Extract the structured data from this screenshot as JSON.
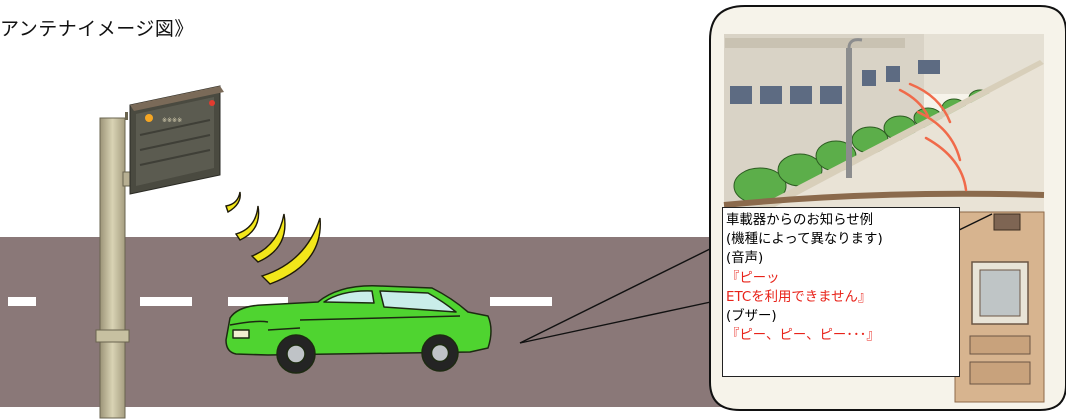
{
  "title": "アンテナイメージ図》",
  "notice": {
    "heading": "車載器からのお知らせ例",
    "note": "(機種によって異なります)",
    "voice_label": "(音声)",
    "voice_line1": "『ピーッ",
    "voice_line2": "ETCを利用できません』",
    "buzzer_label": "(ブザー)",
    "buzzer_line": "『ピー、ピー、ピー･･･』"
  },
  "colors": {
    "road": "#8a7878",
    "car": "#4fd430",
    "signal": "#f2e61a",
    "notice_red": "#e8231a"
  }
}
